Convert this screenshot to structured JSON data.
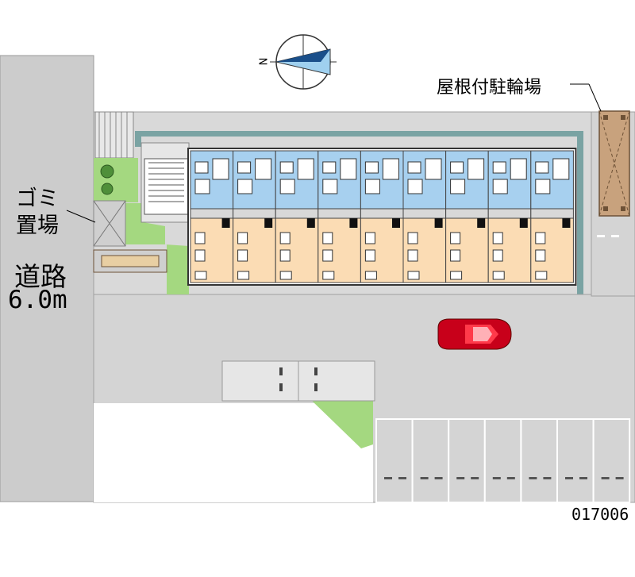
{
  "labels": {
    "covered_bicycle_parking": "屋根付駐輪場",
    "garbage_area_line1": "ゴミ",
    "garbage_area_line2": "置場",
    "road_line1": "道路",
    "road_line2": "6.0m",
    "property_code": "017006",
    "north_marker": "N"
  },
  "building": {
    "unit_count": 9,
    "parking_spaces_south": 7
  },
  "colors": {
    "road": "#cccccc",
    "lot": "#d4d4d4",
    "wall": "#7aa3a3",
    "wet_area": "#a7d0ef",
    "living_area": "#fbdcb4",
    "greenery": "#a4d880",
    "bike_roof": "#c8a27d",
    "car": "#e0001b"
  }
}
